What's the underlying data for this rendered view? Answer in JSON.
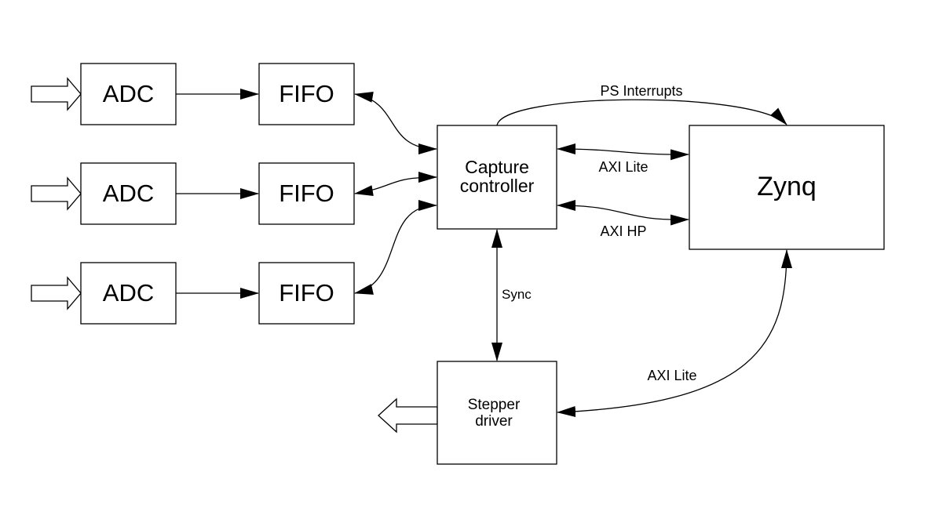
{
  "blocks": {
    "adc_1": "ADC",
    "adc_2": "ADC",
    "adc_3": "ADC",
    "fifo_1": "FIFO",
    "fifo_2": "FIFO",
    "fifo_3": "FIFO",
    "capture_line1": "Capture",
    "capture_line2": "controller",
    "zynq": "Zynq",
    "stepper_line1": "Stepper",
    "stepper_line2": "driver"
  },
  "connections": {
    "ps_interrupts": "PS Interrupts",
    "axi_lite_top": "AXI Lite",
    "axi_hp": "AXI HP",
    "sync": "Sync",
    "axi_lite_bottom": "AXI Lite"
  }
}
